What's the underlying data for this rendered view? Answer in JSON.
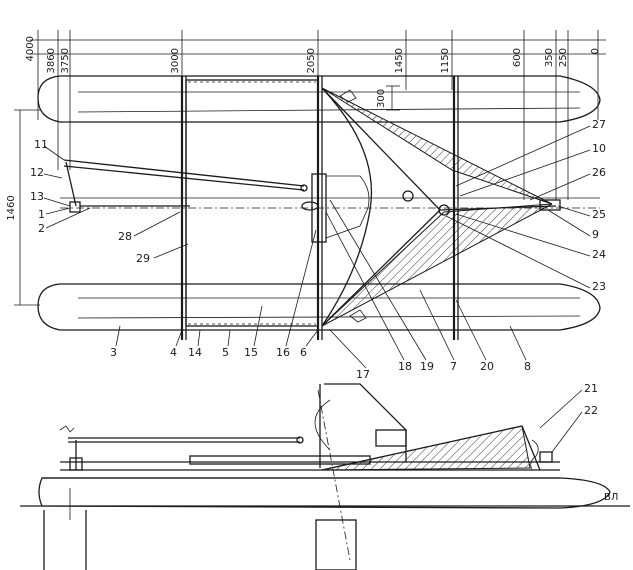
{
  "dimensions_top": [
    "4000",
    "3860",
    "3750",
    "3000",
    "2050",
    "1450",
    "1150",
    "600",
    "350",
    "250",
    "0"
  ],
  "dimension_300": "300",
  "dimension_1460": "1460",
  "waterline_label": "ВЛ",
  "part_labels": [
    "1",
    "2",
    "3",
    "4",
    "5",
    "6",
    "7",
    "8",
    "9",
    "10",
    "11",
    "12",
    "13",
    "14",
    "15",
    "16",
    "17",
    "18",
    "19",
    "20",
    "21",
    "22",
    "23",
    "24",
    "25",
    "26",
    "27",
    "28",
    "29"
  ]
}
